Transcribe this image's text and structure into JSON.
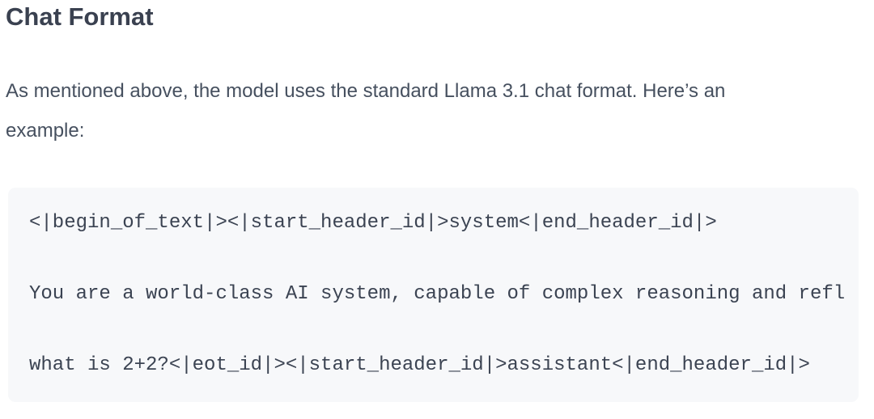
{
  "content": {
    "heading": "Chat Format",
    "paragraph": "As mentioned above, the model uses the standard Llama 3.1 chat format. Here’s an example:",
    "code_block": {
      "lines": [
        "<|begin_of_text|><|start_header_id|>system<|end_header_id|>",
        "You are a world-class AI system, capable of complex reasoning and refl",
        "what is 2+2?<|eot_id|><|start_header_id|>assistant<|end_header_id|>"
      ]
    }
  },
  "colors": {
    "page_background": "#ffffff",
    "heading_text": "#3a4150",
    "body_text": "#46505f",
    "code_text": "#3b4352",
    "code_block_background": "#f7f8fa"
  }
}
